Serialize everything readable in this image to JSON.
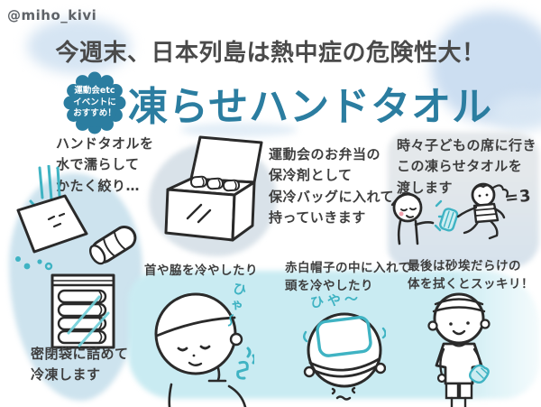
{
  "credit": "@miho_kivi",
  "header": {
    "headline": "今週末、日本列島は熱中症の危険性大！",
    "badge_text": "運動会etc\nイベントに\nおすすめ！",
    "title": "凍らせハンドタオル"
  },
  "panels": {
    "wet": {
      "caption": "ハンドタオルを\n水で濡らして\nかたく絞り…"
    },
    "freeze": {
      "caption": "密閉袋に詰めて\n冷凍します"
    },
    "cooler": {
      "caption": "運動会のお弁当の\n保冷剤として\n保冷バッグに入れて\n持っていきます"
    },
    "handoff": {
      "caption": "時々子どもの席に行き\nこの凍らせタオルを\n渡します",
      "motion_mark": "=3"
    },
    "neck": {
      "caption": "首や脇を冷やしたり",
      "sfx": "ひゃ〜"
    },
    "hat": {
      "caption": "赤白帽子の中に入れて\n頭を冷やしたり",
      "sfx": "ひや〜"
    },
    "wipe": {
      "caption": "最後は砂埃だらけの\n体を拭くとスッキリ！"
    }
  },
  "colors": {
    "title_teal": "#2b7da0",
    "accent_teal": "#3fb3c3",
    "ink": "#3e3e3e",
    "headline_gray": "#4a4a4a",
    "blob_blue": "#cde3ee",
    "blob_gray": "#dbe3e9",
    "band_cyan": "#c9ebf2"
  }
}
